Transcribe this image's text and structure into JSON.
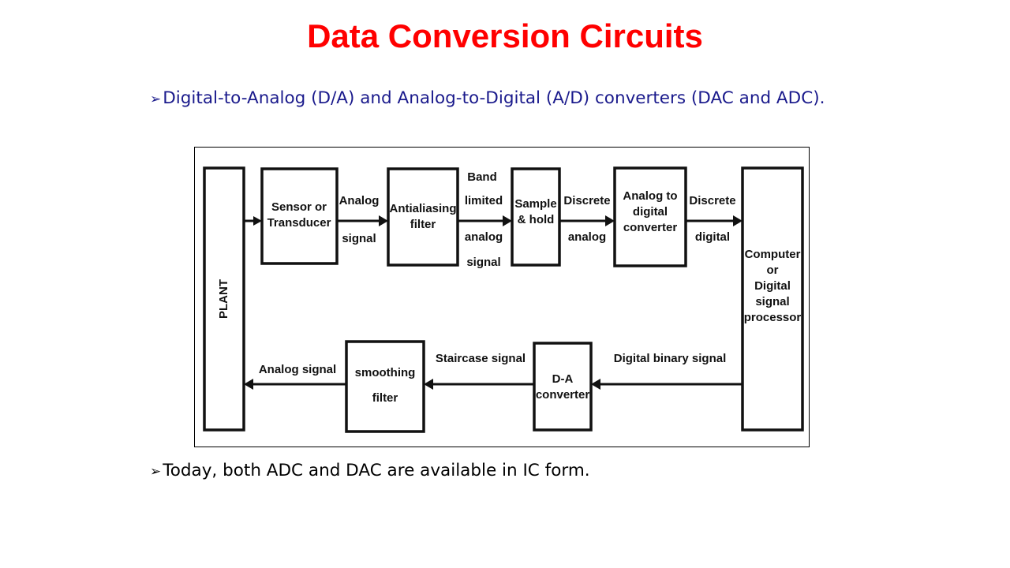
{
  "slide": {
    "title": "Data Conversion Circuits",
    "bullets": [
      "Digital-to-Analog (D/A) and Analog-to-Digital (A/D) converters (DAC and ADC).",
      "Today, both ADC and DAC are available in IC form."
    ],
    "bullet_icon": "arrow-bullet-icon"
  },
  "diagram": {
    "blocks": {
      "plant": "PLANT",
      "sensor": [
        "Sensor or",
        "Transducer"
      ],
      "antialias": [
        "Antialiasing",
        "filter"
      ],
      "sample_hold": [
        "Sample",
        "& hold"
      ],
      "adc": [
        "Analog to",
        "digital",
        "converter"
      ],
      "computer": [
        "Computer",
        "or",
        "Digital",
        "signal",
        "processor"
      ],
      "dac": [
        "D-A",
        "converter"
      ],
      "smoothing": [
        "smoothing",
        "filter"
      ]
    },
    "signals": {
      "analog_signal_top": [
        "Analog",
        "signal"
      ],
      "band_limited": [
        "Band",
        "limited",
        "analog",
        "signal"
      ],
      "discrete_analog": [
        "Discrete",
        "analog"
      ],
      "discrete_digital": [
        "Discrete",
        "digital"
      ],
      "digital_binary": "Digital binary signal",
      "staircase": "Staircase signal",
      "analog_signal_bottom": "Analog  signal"
    }
  }
}
